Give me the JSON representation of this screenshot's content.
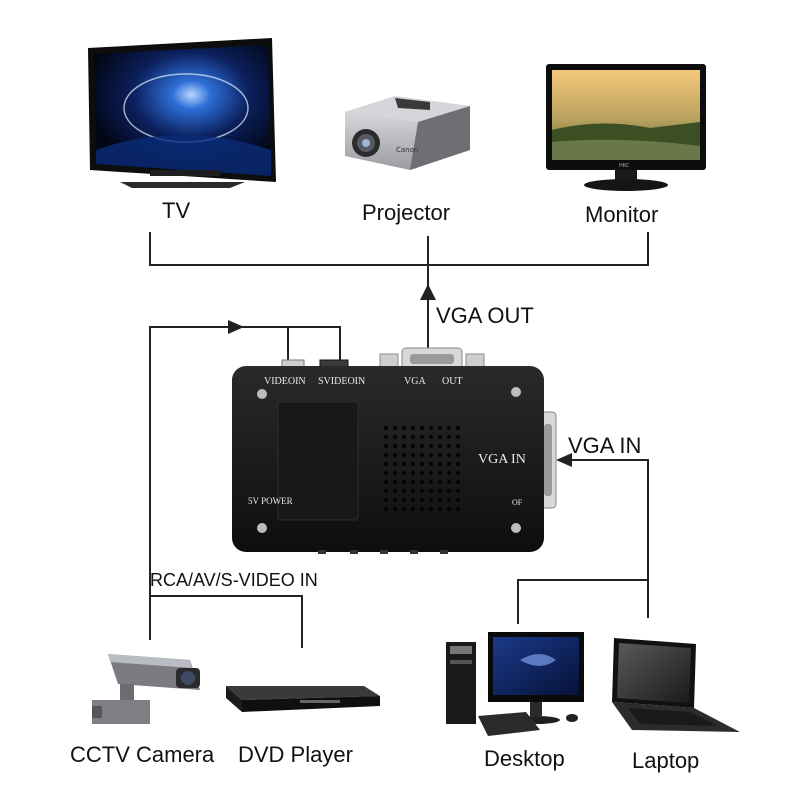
{
  "devices": {
    "tv": "TV",
    "projector": "Projector",
    "monitor": "Monitor",
    "cctv_camera": "CCTV Camera",
    "dvd_player": "DVD Player",
    "desktop": "Desktop",
    "laptop": "Laptop"
  },
  "connections": {
    "vga_out": "VGA OUT",
    "vga_in": "VGA IN",
    "rca_in": "RCA/AV/S-VIDEO IN"
  },
  "converter": {
    "video_in": "VIDEOIN",
    "svideo_in": "SVIDEOIN",
    "vga": "VGA",
    "out": "OUT",
    "vga_in_panel": "VGA IN",
    "power": "5V POWER",
    "off": "OF"
  },
  "brand_marks": {
    "projector": "Canon",
    "monitor": "HKC"
  }
}
